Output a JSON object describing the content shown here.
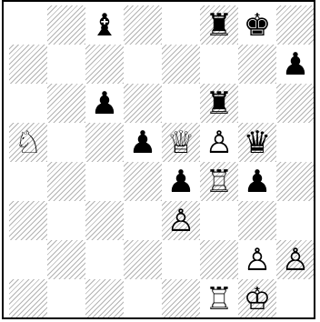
{
  "board": {
    "files": [
      "a",
      "b",
      "c",
      "d",
      "e",
      "f",
      "g",
      "h"
    ],
    "ranks": [
      8,
      7,
      6,
      5,
      4,
      3,
      2,
      1
    ],
    "pieces": [
      {
        "square": "c8",
        "color": "black",
        "type": "bishop",
        "glyph": "♝"
      },
      {
        "square": "f8",
        "color": "black",
        "type": "rook",
        "glyph": "♜"
      },
      {
        "square": "g8",
        "color": "black",
        "type": "king",
        "glyph": "♚"
      },
      {
        "square": "h7",
        "color": "black",
        "type": "pawn",
        "glyph": "♟"
      },
      {
        "square": "c6",
        "color": "black",
        "type": "pawn",
        "glyph": "♟"
      },
      {
        "square": "f6",
        "color": "black",
        "type": "rook",
        "glyph": "♜"
      },
      {
        "square": "a5",
        "color": "white",
        "type": "knight",
        "glyph": "♘"
      },
      {
        "square": "d5",
        "color": "black",
        "type": "pawn",
        "glyph": "♟"
      },
      {
        "square": "e5",
        "color": "white",
        "type": "queen",
        "glyph": "♕"
      },
      {
        "square": "f5",
        "color": "white",
        "type": "pawn",
        "glyph": "♙"
      },
      {
        "square": "g5",
        "color": "black",
        "type": "queen",
        "glyph": "♛"
      },
      {
        "square": "e4",
        "color": "black",
        "type": "pawn",
        "glyph": "♟"
      },
      {
        "square": "f4",
        "color": "white",
        "type": "rook",
        "glyph": "♖"
      },
      {
        "square": "g4",
        "color": "black",
        "type": "pawn",
        "glyph": "♟"
      },
      {
        "square": "e3",
        "color": "white",
        "type": "pawn",
        "glyph": "♙"
      },
      {
        "square": "g2",
        "color": "white",
        "type": "pawn",
        "glyph": "♙"
      },
      {
        "square": "h2",
        "color": "white",
        "type": "pawn",
        "glyph": "♙"
      },
      {
        "square": "f1",
        "color": "white",
        "type": "rook",
        "glyph": "♖"
      },
      {
        "square": "g1",
        "color": "white",
        "type": "king",
        "glyph": "♔"
      }
    ]
  }
}
